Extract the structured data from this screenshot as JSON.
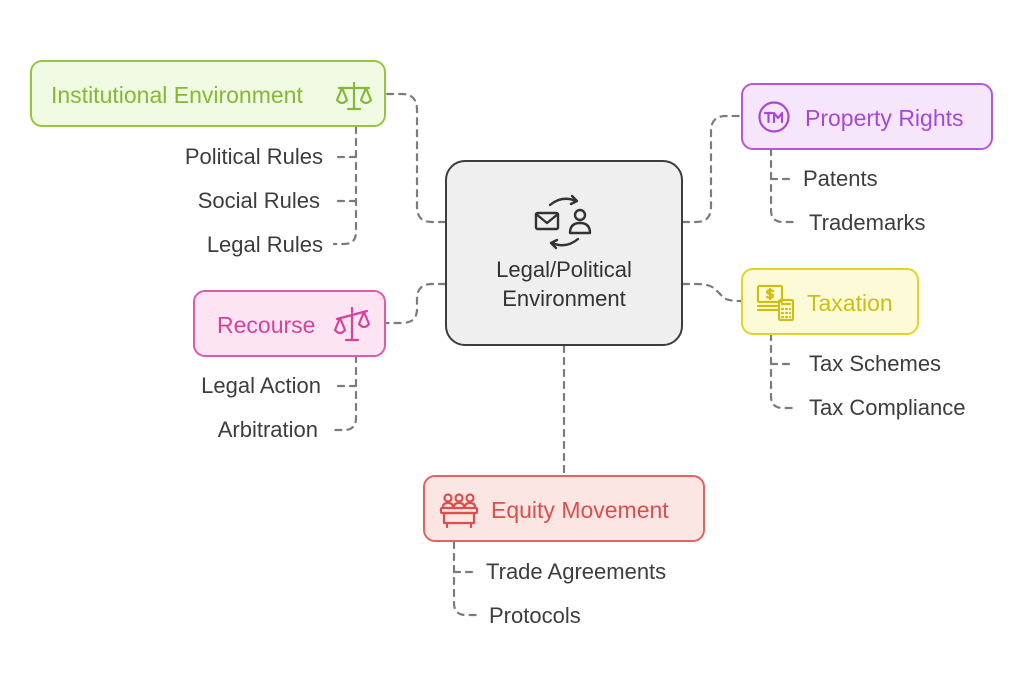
{
  "center": {
    "label": "Legal/Political Environment",
    "color": "#efefef",
    "border": "#3d3d3d"
  },
  "nodes": {
    "institutional": {
      "label": "Institutional Environment",
      "icon": "scales-icon",
      "fill": "#f1fae3",
      "border": "#93c83e",
      "text": "#84b935",
      "children": [
        "Political Rules",
        "Social Rules",
        "Legal Rules"
      ]
    },
    "recourse": {
      "label": "Recourse",
      "icon": "scales-tilted-icon",
      "fill": "#fce4f3",
      "border": "#de5aaf",
      "text": "#d6439f",
      "children": [
        "Legal Action",
        "Arbitration"
      ]
    },
    "property": {
      "label": "Property Rights",
      "icon": "trademark-icon",
      "fill": "#f6e6fb",
      "border": "#b556df",
      "text": "#a848d6",
      "children": [
        "Patents",
        "Trademarks"
      ]
    },
    "taxation": {
      "label": "Taxation",
      "icon": "money-calculator-icon",
      "fill": "#fdfad8",
      "border": "#e1d428",
      "text": "#cdbf11",
      "children": [
        "Tax Schemes",
        "Tax Compliance"
      ]
    },
    "equity": {
      "label": "Equity Movement",
      "icon": "group-people-icon",
      "fill": "#fce6e4",
      "border": "#e16461",
      "text": "#db4f4c",
      "children": [
        "Trade Agreements",
        "Protocols"
      ]
    }
  },
  "connector_color": "#7b7b7b"
}
